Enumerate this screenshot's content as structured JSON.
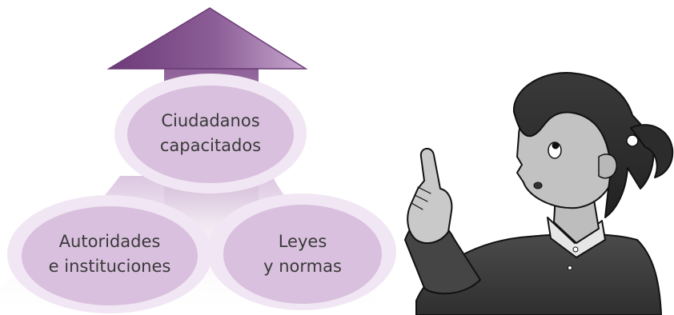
{
  "diagram": {
    "top_node": {
      "line1": "Ciudadanos",
      "line2": "capacitados"
    },
    "left_node": {
      "line1": "Autoridades",
      "line2": "e instituciones"
    },
    "right_node": {
      "line1": "Leyes",
      "line2": "y normas"
    }
  },
  "colors": {
    "arrow_dark": "#7d4a86",
    "arrow_light": "#b995c2",
    "node_fill": "#dcc3e0",
    "node_ring": "#efe3f1",
    "text": "#3a3a3a"
  },
  "illustration": {
    "subject": "girl-pointing-up-illustration"
  }
}
